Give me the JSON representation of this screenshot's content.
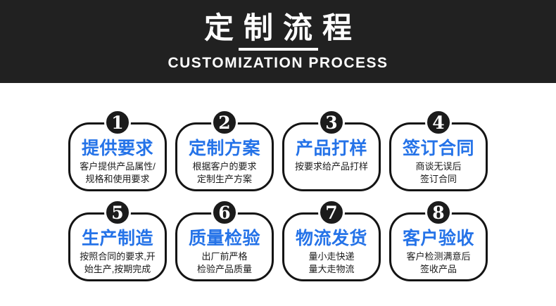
{
  "header": {
    "title_cn": "定制流程",
    "title_en": "CUSTOMIZATION PROCESS"
  },
  "colors": {
    "banner_bg": "#212121",
    "step_title": "#2573E8",
    "badge_bg": "#1b1b1b",
    "card_border": "#141414"
  },
  "steps": [
    {
      "num": "1",
      "title": "提供要求",
      "desc": "客户提供产品属性/\n规格和使用要求"
    },
    {
      "num": "2",
      "title": "定制方案",
      "desc": "根据客户的要求\n定制生产方案"
    },
    {
      "num": "3",
      "title": "产品打样",
      "desc": "按要求给产品打样"
    },
    {
      "num": "4",
      "title": "签订合同",
      "desc": "商谈无误后\n签订合同"
    },
    {
      "num": "5",
      "title": "生产制造",
      "desc": "按照合同的要求,开\n始生产,按期完成"
    },
    {
      "num": "6",
      "title": "质量检验",
      "desc": "出厂前严格\n检验产品质量"
    },
    {
      "num": "7",
      "title": "物流发货",
      "desc": "量小走快递\n量大走物流"
    },
    {
      "num": "8",
      "title": "客户验收",
      "desc": "客户检测满意后\n签收产品"
    }
  ]
}
